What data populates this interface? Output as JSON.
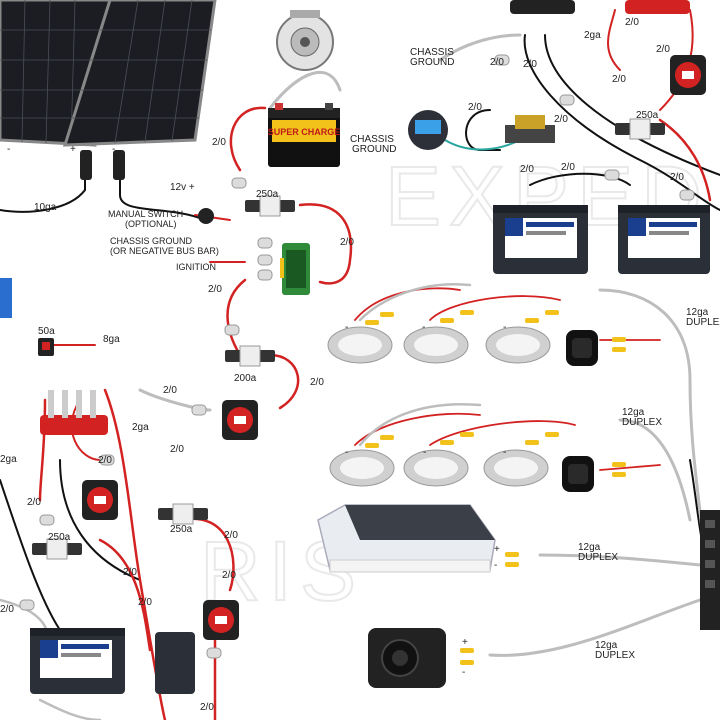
{
  "watermark": {
    "text1": "EXPED",
    "text2": "RIS"
  },
  "panel_brand": "SUPER CHARGE",
  "labels": {
    "chassis_ground_top": [
      "CHASSIS",
      "GROUND"
    ],
    "chassis_ground_batt": [
      "CHASSIS",
      "GROUND"
    ],
    "gauge_2_0": "2/0",
    "g10": "10ga",
    "g8": "8ga",
    "g2_left": "2ga",
    "g2_mid": "2ga",
    "g2_top": "2ga",
    "v12": "12v +",
    "a250_top": "250a",
    "a250_right": "250a",
    "a250_mid": "250a",
    "a250_lower": "250a",
    "a200": "200a",
    "a50": "50a",
    "manual_switch": [
      "MANUAL SWITCH",
      "(OPTIONAL)"
    ],
    "chassis_bus": [
      "CHASSIS GROUND",
      "(OR NEGATIVE BUS BAR)"
    ],
    "ignition": "IGNITION",
    "duplex_1": [
      "12ga",
      "DUPLEX"
    ],
    "duplex_2": [
      "12ga",
      "DUPLEX"
    ],
    "duplex_3": [
      "12ga",
      "DUPLEX"
    ],
    "duplex_4": [
      "12ga",
      "DUPLEX"
    ],
    "plus": "+",
    "minus": "-"
  },
  "colors": {
    "red": "#d32222",
    "black": "#111111",
    "white_wire": "#bdbdbd",
    "yellow": "#f2c21b",
    "blue": "#1b3f8f",
    "battery": "#2b2f38"
  }
}
